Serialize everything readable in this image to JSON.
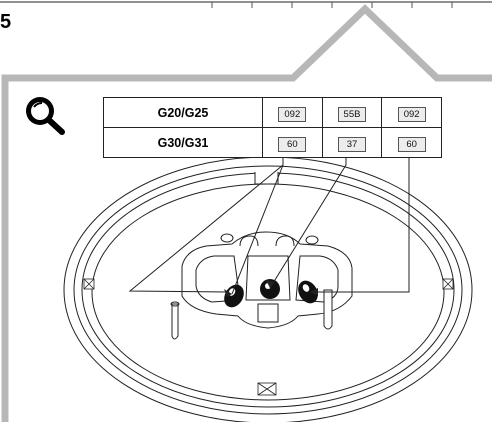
{
  "step_number": "5",
  "icons": {
    "zoom": "magnifier-icon"
  },
  "injector_table": {
    "rows": [
      {
        "gas": "G20/G25",
        "values": [
          "092",
          "55B",
          "092"
        ]
      },
      {
        "gas": "G30/G31",
        "values": [
          "60",
          "37",
          "60"
        ]
      }
    ]
  },
  "colors": {
    "frame": "#b7b7b7",
    "lines": "#222222",
    "value_box": "#ececec"
  }
}
